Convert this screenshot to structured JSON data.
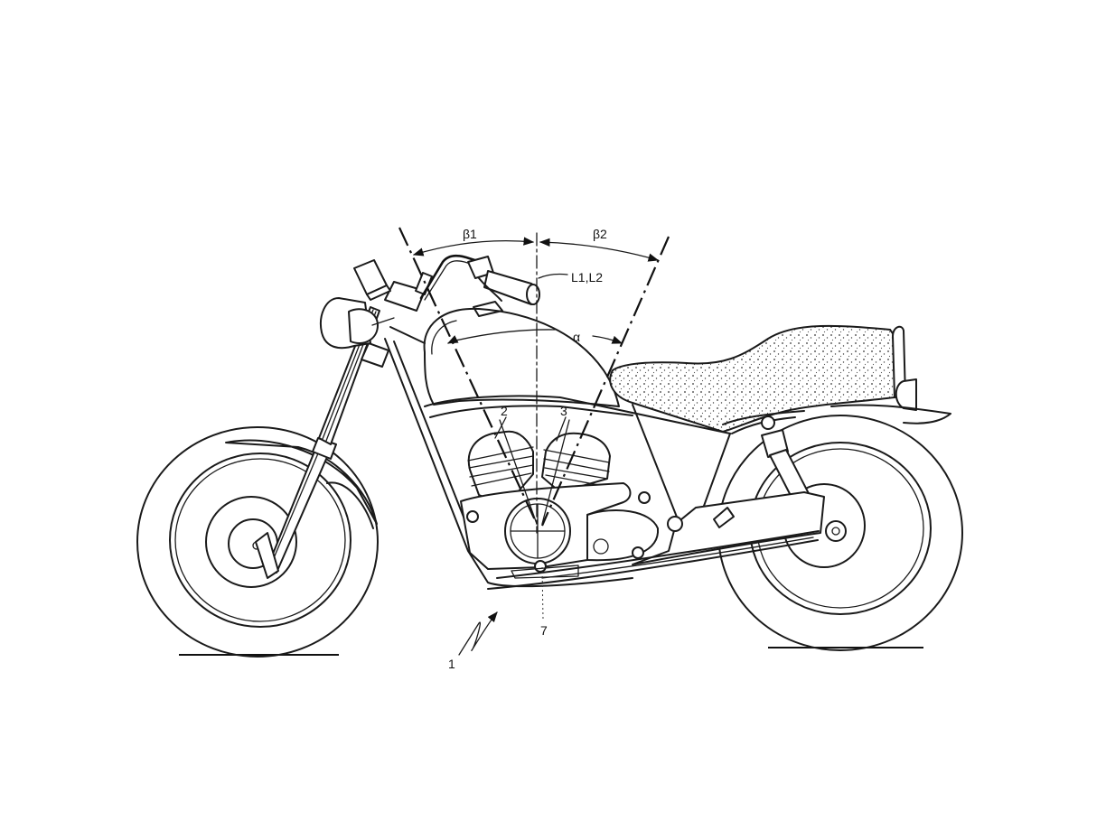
{
  "figure": {
    "subject": "Motorcycle side view with V-twin engine (patent line drawing)",
    "labels": {
      "beta1": "β1",
      "beta2": "β2",
      "alpha": "α",
      "axis_lines": "L1,L2",
      "ref_motorcycle": "1",
      "ref_cylinder_front": "2",
      "ref_cylinder_rear": "3",
      "ref_crankshaft": "7"
    },
    "annotations": [
      {
        "id": "beta1",
        "text": "β1",
        "meaning": "angle between front cylinder axis and vertical line"
      },
      {
        "id": "beta2",
        "text": "β2",
        "meaning": "angle between rear cylinder axis and vertical line"
      },
      {
        "id": "alpha",
        "text": "α",
        "meaning": "V-angle between cylinder axes"
      },
      {
        "id": "L1L2",
        "text": "L1,L2",
        "meaning": "vertical reference line through crankshaft"
      }
    ],
    "reference_numerals": [
      "1",
      "2",
      "3",
      "7"
    ],
    "colors": {
      "ink": "#1a1a1a",
      "paper": "#ffffff"
    }
  }
}
